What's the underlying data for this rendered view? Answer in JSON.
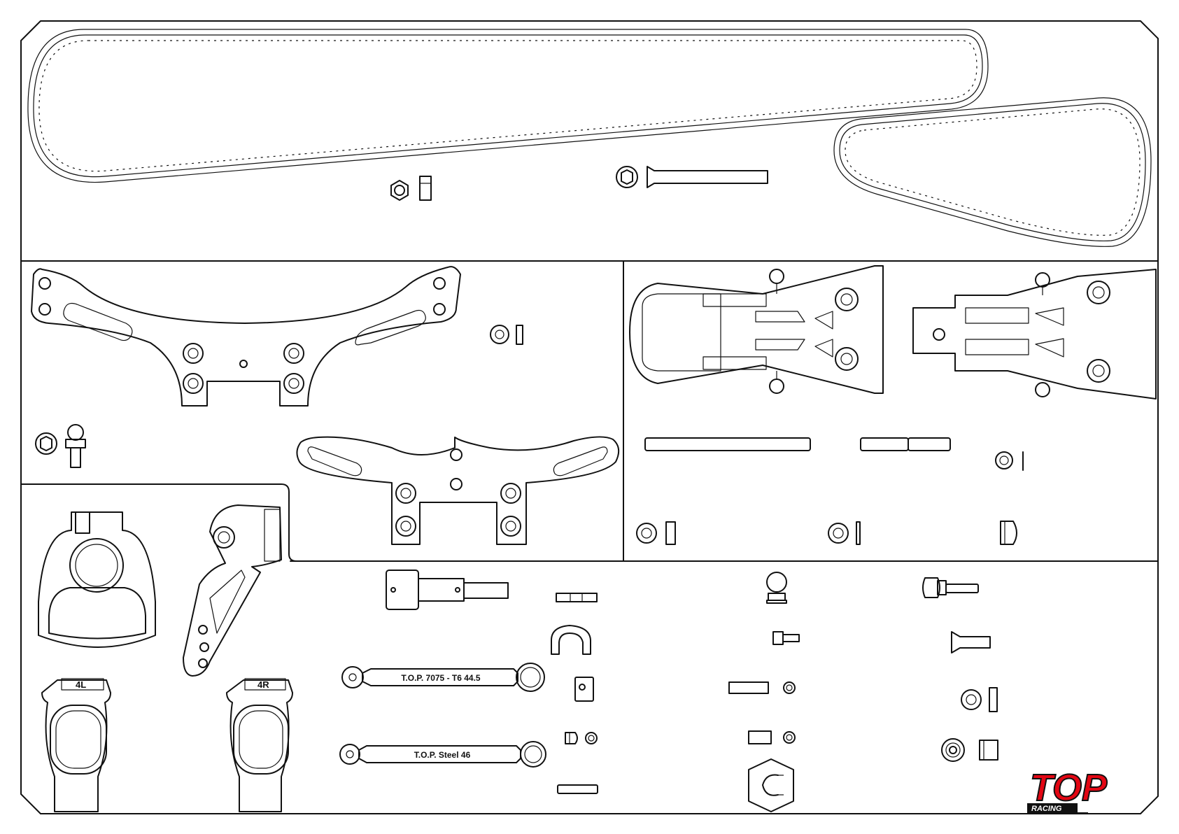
{
  "parts": {
    "turnbuckle_alu_label": "T.O.P. 7075 - T6 44.5",
    "turnbuckle_steel_label": "T.O.P. Steel 46",
    "hub_left_label": "4L",
    "hub_right_label": "4R"
  },
  "logo": {
    "main_text": "TOP",
    "sub_text": "RACING",
    "red_color": "#e30613",
    "black_color": "#111111"
  }
}
